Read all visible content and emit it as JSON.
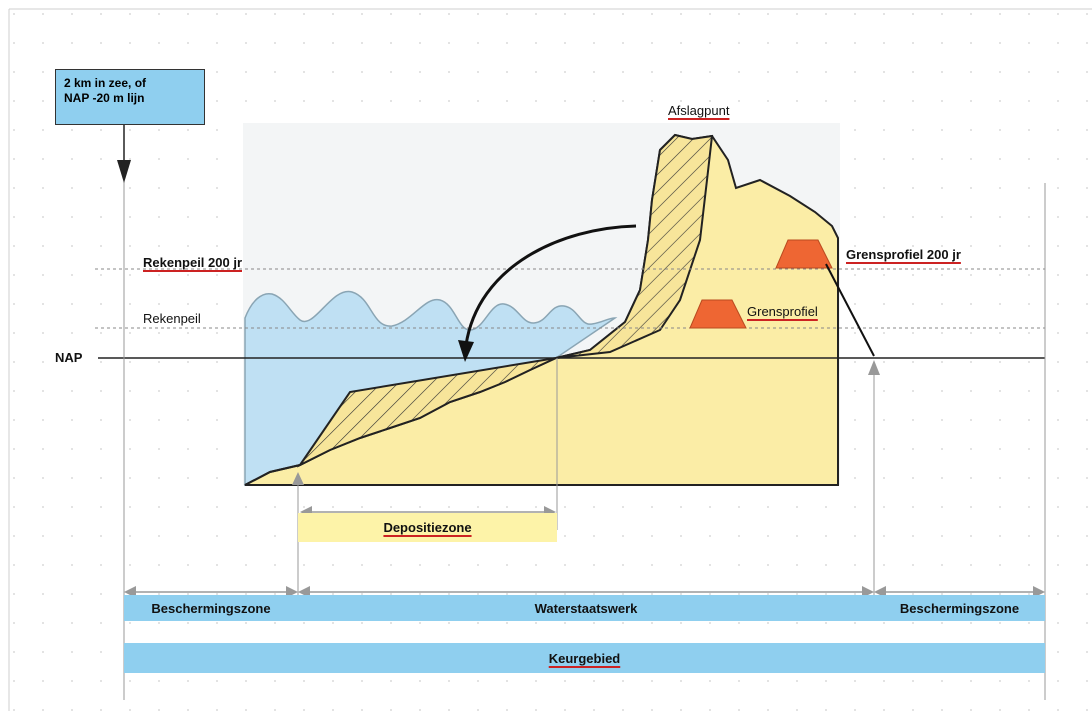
{
  "labels": {
    "note_line1": "2 km in zee, of",
    "note_line2": "NAP -20 m lijn",
    "afslagpunt": "Afslagpunt",
    "rekenpeil_200": "Rekenpeil 200 jr",
    "rekenpeil": "Rekenpeil",
    "nap": "NAP",
    "grensprofiel_200": "Grensprofiel 200 jr",
    "grensprofiel": "Grensprofiel",
    "depositiezone": "Depositiezone",
    "beschermingszone_left": "Beschermingszone",
    "waterstaatswerk": "Waterstaatswerk",
    "beschermingszone_right": "Beschermingszone",
    "keurgebied": "Keurgebied"
  },
  "colors": {
    "water": "#bfe0f3",
    "sand": "#fbeda6",
    "hatch_fill": "#f7e59a",
    "grensprofiel": "#ee6633",
    "bar_blue": "#8fcfef",
    "depositie_box": "#fdf3a8",
    "underline": "#cc2222"
  }
}
